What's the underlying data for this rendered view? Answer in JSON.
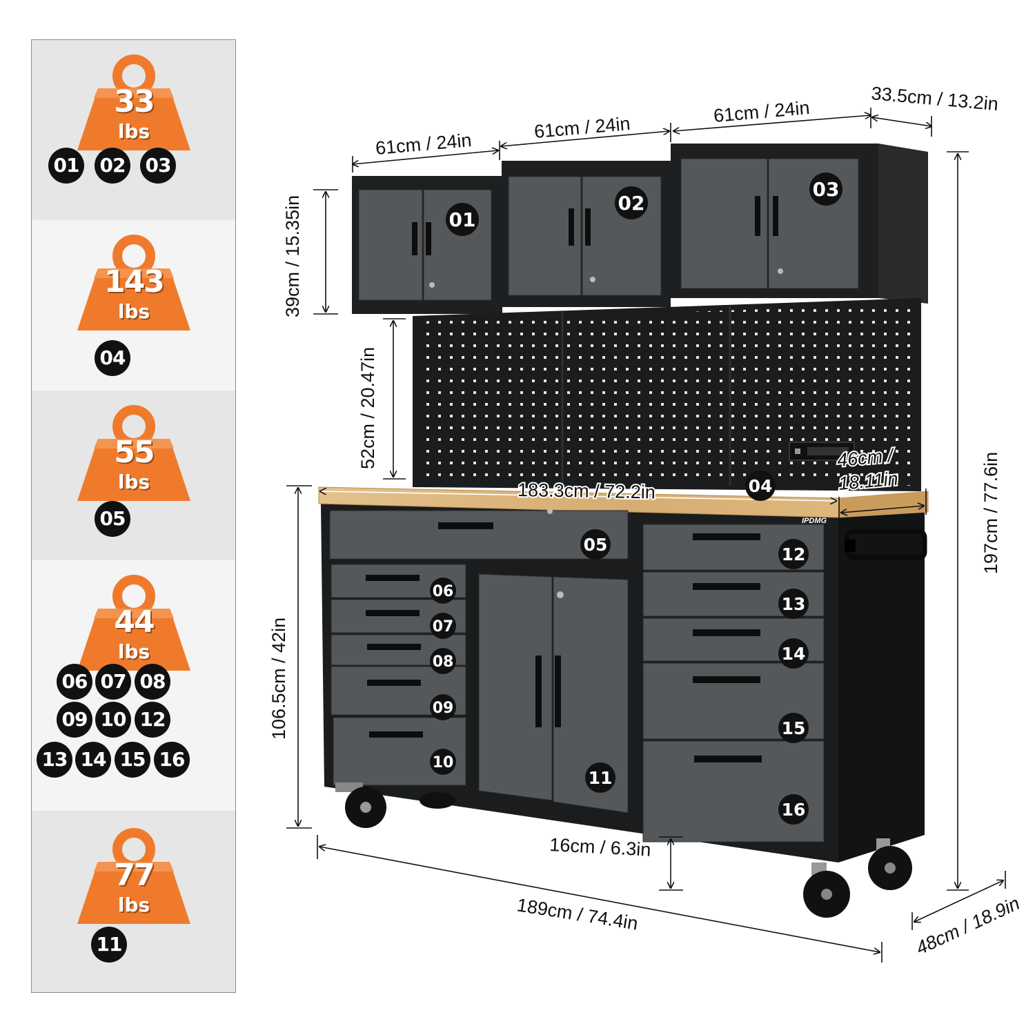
{
  "weight_panel": {
    "groups": [
      {
        "weight": "33",
        "unit": "lbs",
        "items": [
          "01",
          "02",
          "03"
        ]
      },
      {
        "weight": "143",
        "unit": "lbs",
        "items": [
          "04"
        ]
      },
      {
        "weight": "55",
        "unit": "lbs",
        "items": [
          "05"
        ]
      },
      {
        "weight": "44",
        "unit": "lbs",
        "items": [
          "06",
          "07",
          "08",
          "09",
          "10",
          "12",
          "13",
          "14",
          "15",
          "16"
        ]
      },
      {
        "weight": "77",
        "unit": "lbs",
        "items": [
          "11"
        ]
      }
    ]
  },
  "dimensions": {
    "wall_cabinet_1_width": "61cm / 24in",
    "wall_cabinet_2_width": "61cm / 24in",
    "wall_cabinet_3_width": "61cm / 24in",
    "wall_cabinet_depth": "33.5cm / 13.2in",
    "wall_cabinet_height": "39cm / 15.35in",
    "pegboard_height": "52cm / 20.47in",
    "worktop_width": "183.3cm / 72.2in",
    "worktop_depth_line1": "46cm /",
    "worktop_depth_line2": "18.11in",
    "base_height": "106.5cm / 42in",
    "total_height": "197cm / 77.6in",
    "ground_clearance": "16cm / 6.3in",
    "total_width": "189cm / 74.4in",
    "total_depth": "48cm / 18.9in"
  },
  "product": {
    "brand_label": "IPDMG",
    "labels": {
      "c01": "01",
      "c02": "02",
      "c03": "03",
      "c04": "04",
      "c05": "05",
      "c06": "06",
      "c07": "07",
      "c08": "08",
      "c09": "09",
      "c10": "10",
      "c11": "11",
      "c12": "12",
      "c13": "13",
      "c14": "14",
      "c15": "15",
      "c16": "16"
    }
  },
  "colors": {
    "weight_orange": "#f07a2c",
    "cabinet_grey": "#505355",
    "frame_black": "#1b1c1d",
    "worktop_wood": "#d8b27a",
    "band_grey": "#e6e6e6",
    "badge_black": "#111111"
  }
}
